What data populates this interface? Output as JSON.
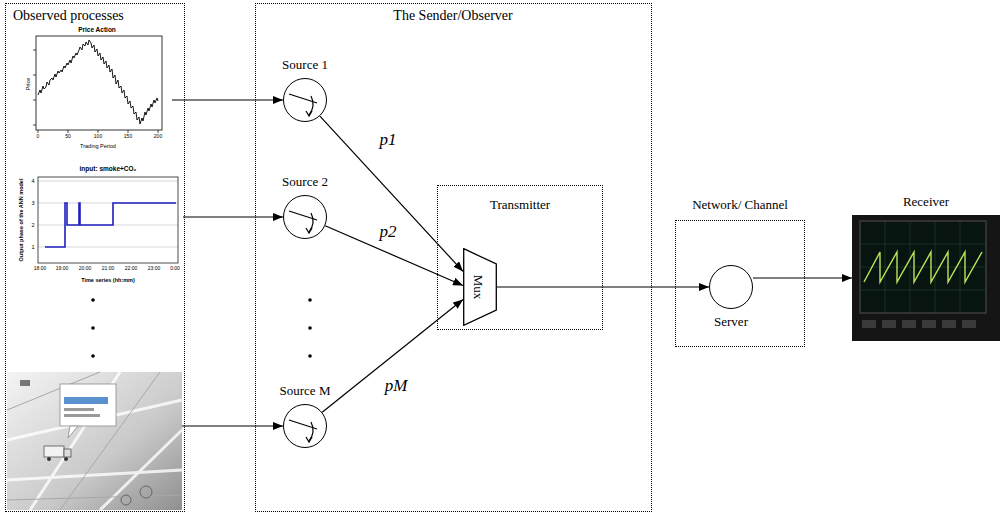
{
  "diagram": {
    "nodes": [
      {
        "text": [
          "Observed processes"
        ]
      },
      {
        "text": [
          "Price Action",
          "Price",
          "Trading Period",
          "0",
          "50",
          "100",
          "150",
          "200"
        ],
        "in": 0
      },
      {
        "text": [
          "input: smoke+CO₂",
          "Output phase of the ANN model",
          "Time series (hh:mm)",
          "1",
          "2",
          "3",
          "4",
          "18:00",
          "19:00",
          "20:00",
          "21:00",
          "22:00",
          "23:00",
          "0:00"
        ],
        "in": 0
      },
      {
        "text": [],
        "in": 0
      },
      {
        "text": [
          "The Sender/Observer"
        ]
      },
      {
        "text": [
          "Source 1"
        ],
        "in": 4
      },
      {
        "text": [
          "Source 2"
        ],
        "in": 4
      },
      {
        "text": [
          "Source M"
        ],
        "in": 4
      },
      {
        "text": [
          "Transmitter"
        ],
        "in": 4
      },
      {
        "text": [
          "Mux"
        ],
        "in": 8
      },
      {
        "text": [
          "Network/ Channel"
        ]
      },
      {
        "text": [
          "Server"
        ],
        "in": 10
      },
      {
        "text": [
          "Receiver"
        ]
      }
    ],
    "edges": [
      {
        "from": 1,
        "to": 5,
        "arrow": "to"
      },
      {
        "from": 2,
        "to": 6,
        "arrow": "to"
      },
      {
        "from": 3,
        "to": 7,
        "arrow": "to"
      },
      {
        "from": 5,
        "to": 9,
        "label": "p1",
        "arrow": "to"
      },
      {
        "from": 6,
        "to": 9,
        "label": "p2",
        "arrow": "to"
      },
      {
        "from": 7,
        "to": 9,
        "label": "pM",
        "arrow": "to"
      },
      {
        "from": 9,
        "to": 11,
        "arrow": "to"
      },
      {
        "from": 11,
        "to": 12,
        "arrow": "to"
      }
    ]
  }
}
